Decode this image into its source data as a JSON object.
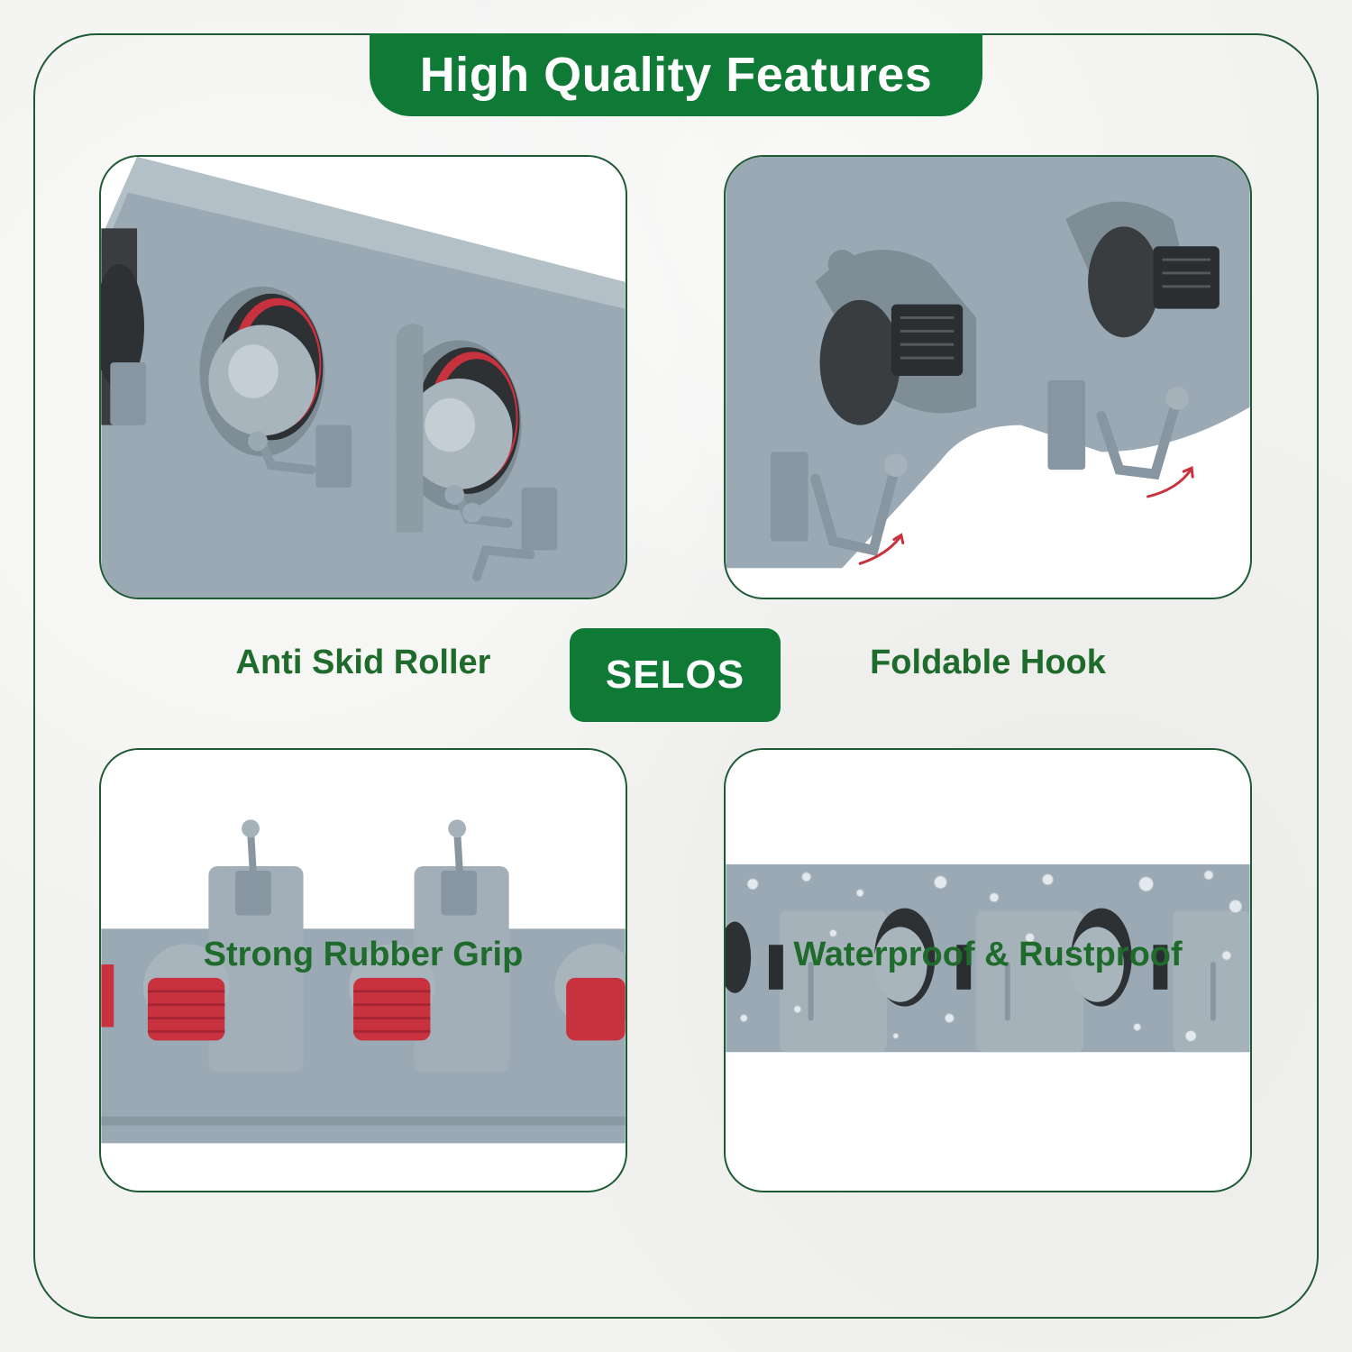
{
  "header": {
    "title": "High Quality Features"
  },
  "brand": {
    "name": "SELOS"
  },
  "features": [
    {
      "label": "Anti Skid Roller"
    },
    {
      "label": "Foldable Hook"
    },
    {
      "label": "Strong Rubber Grip"
    },
    {
      "label": "Waterproof & Rustproof"
    }
  ],
  "colors": {
    "brand_green": "#0e7a35",
    "caption_green": "#1f6b2c",
    "product_gray": "#98a7b1",
    "rubber_red": "#c8323f"
  }
}
